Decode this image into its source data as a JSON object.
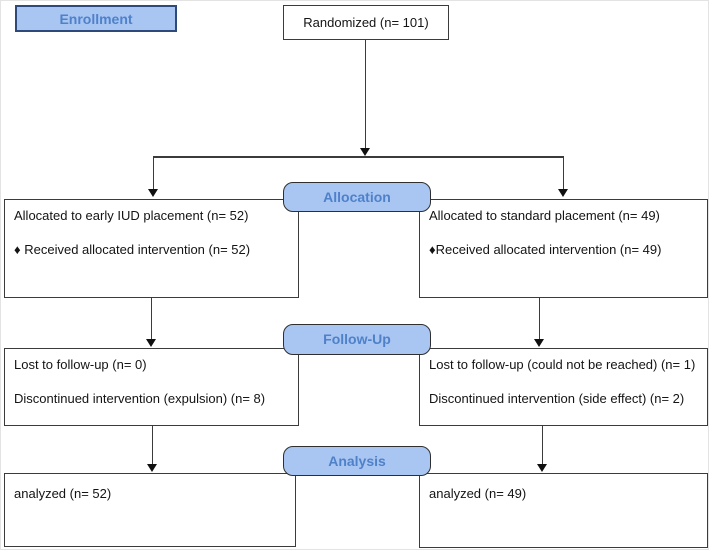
{
  "stages": {
    "enrollment": "Enrollment",
    "allocation": "Allocation",
    "follow_up": "Follow-Up",
    "analysis": "Analysis"
  },
  "boxes": {
    "randomized": "Randomized (n= 101)",
    "allocation_left_line1": "Allocated to early IUD placement (n= 52)",
    "allocation_left_line2": "♦ Received allocated intervention (n= 52)",
    "allocation_right_line1": "Allocated to standard placement (n= 49)",
    "allocation_right_line2": "♦Received allocated intervention (n= 49)",
    "followup_left_line1": "Lost to follow-up (n= 0)",
    "followup_left_line2": "Discontinued intervention (expulsion) (n= 8)",
    "followup_right_line1": "Lost to follow-up (could not be reached) (n= 1)",
    "followup_right_line2": "Discontinued intervention (side effect) (n= 2)",
    "analysis_left_line1": "analyzed (n= 52)",
    "analysis_right_line1": "analyzed (n= 49)"
  },
  "colors": {
    "badge_fill": "#a9c6f3",
    "badge_text": "#4f81c9",
    "badge_border_round": "#2f2f2f",
    "enrollment_border": "#2e4a7a",
    "box_border": "#3b3b3b",
    "connector_line": "#3b3b3b",
    "arrowhead": "#101010",
    "background": "#ffffff"
  }
}
